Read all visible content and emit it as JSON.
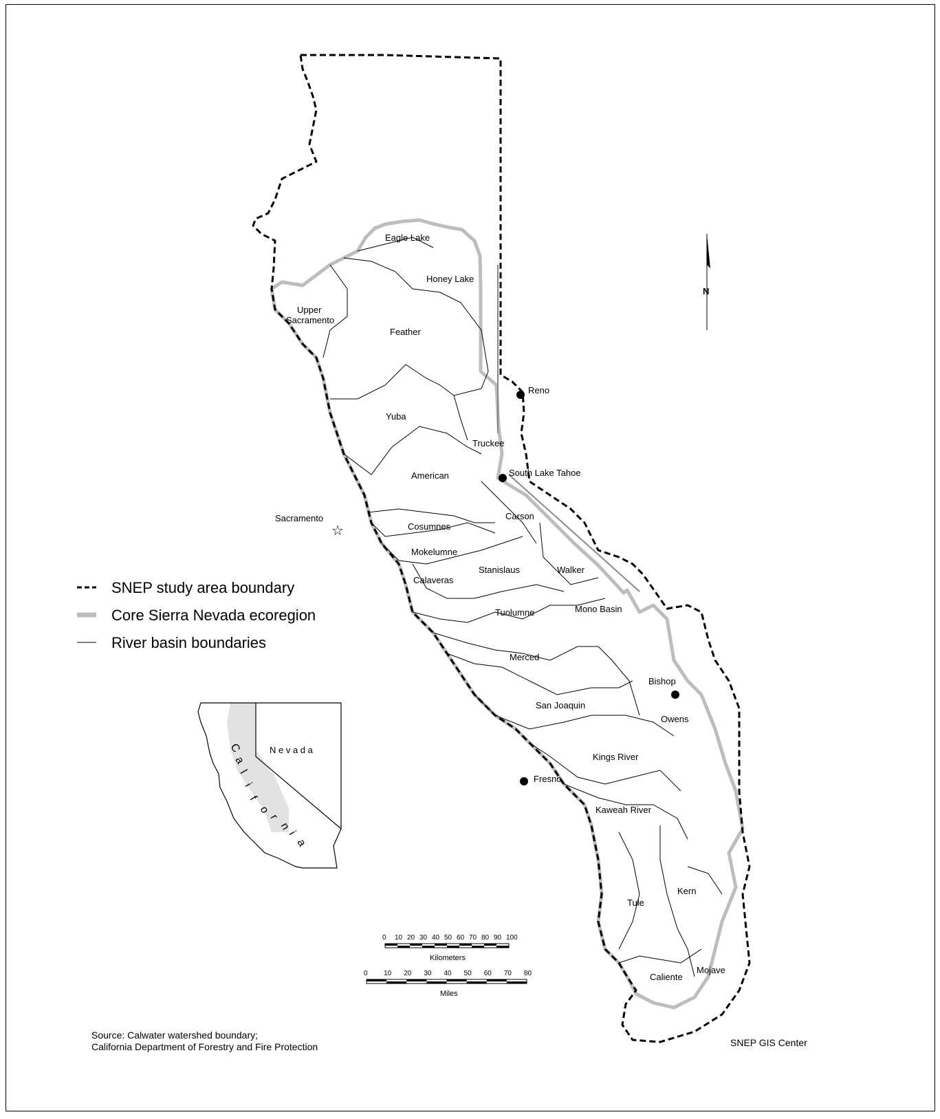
{
  "legend": {
    "snep": "SNEP study area boundary",
    "core": "Core Sierra Nevada ecoregion",
    "river": "River basin boundaries"
  },
  "basins": {
    "eagle_lake": "Eagle Lake",
    "honey_lake": "Honey Lake",
    "upper_sacramento_1": "Upper",
    "upper_sacramento_2": "Sacramento",
    "feather": "Feather",
    "yuba": "Yuba",
    "truckee": "Truckee",
    "american": "American",
    "cosumnes": "Cosumnes",
    "mokelumne": "Mokelumne",
    "calaveras": "Calaveras",
    "stanislaus": "Stanislaus",
    "carson": "Carson",
    "walker": "Walker",
    "mono_basin": "Mono Basin",
    "tuolumne": "Tuolumne",
    "merced": "Merced",
    "san_joaquin": "San Joaquin",
    "owens": "Owens",
    "kings_river": "Kings River",
    "kaweah_river": "Kaweah River",
    "tule": "Tule",
    "kern": "Kern",
    "caliente": "Caliente",
    "mojave": "Mojave"
  },
  "cities": {
    "reno": "Reno",
    "south_lake_tahoe": "South Lake Tahoe",
    "sacramento": "Sacramento",
    "bishop": "Bishop",
    "fresno": "Fresno"
  },
  "north_arrow": "N",
  "inset": {
    "nevada": "N e v a d a",
    "california": [
      "C",
      "a",
      "l",
      "i",
      "f",
      "o",
      "r",
      "n",
      "i",
      "a"
    ]
  },
  "scale": {
    "km_ticks": [
      "0",
      "10",
      "20",
      "30",
      "40",
      "50",
      "60",
      "70",
      "80",
      "90",
      "100"
    ],
    "km_label": "Kilometers",
    "mi_ticks": [
      "0",
      "10",
      "20",
      "30",
      "40",
      "50",
      "60",
      "70",
      "80"
    ],
    "mi_label": "Miles"
  },
  "source_line1": "Source: Calwater watershed boundary;",
  "source_line2": "California Department of Forestry and Fire Protection",
  "credit": "SNEP GIS Center",
  "colors": {
    "core": "#bdbdbd",
    "inset_fill": "#e2e2e2",
    "ink": "#000000"
  }
}
